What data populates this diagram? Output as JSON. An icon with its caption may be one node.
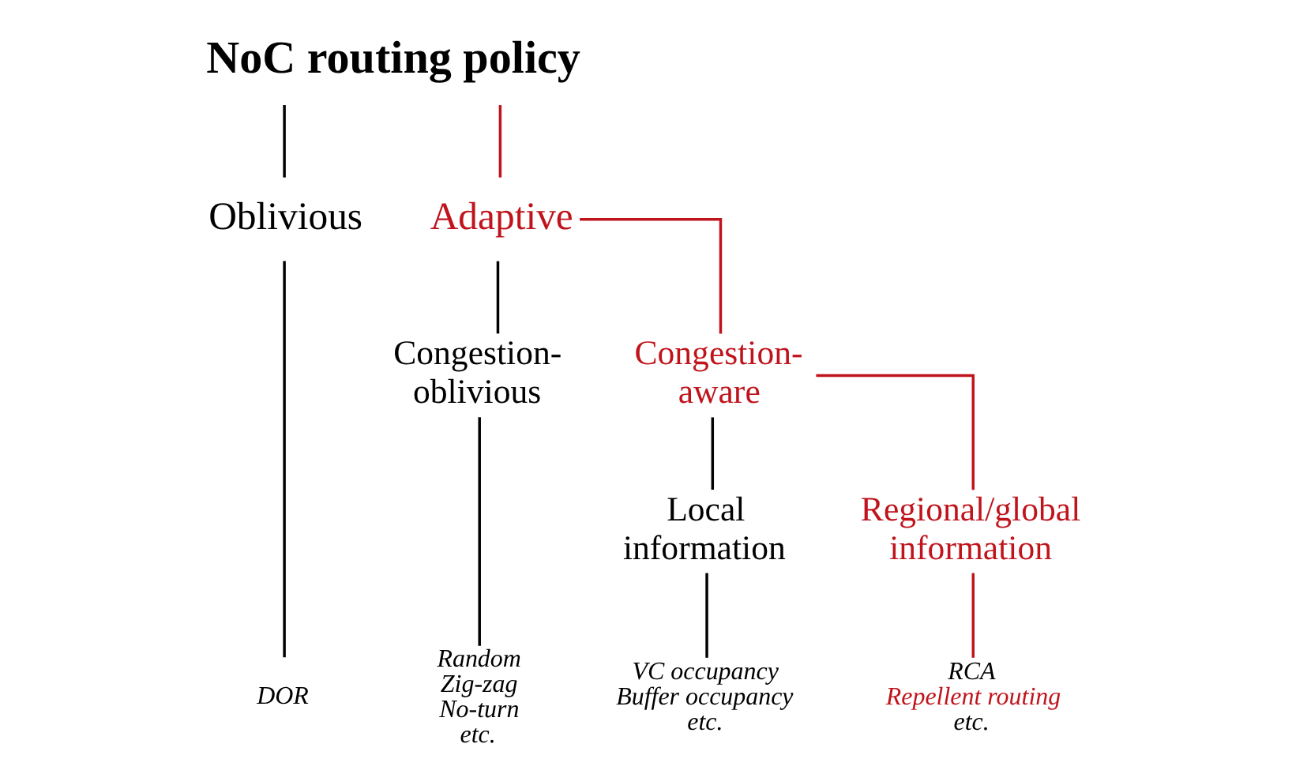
{
  "diagram": {
    "nodes": [
      {
        "text": [
          "NoC routing policy"
        ]
      },
      {
        "text": [
          "Oblivious"
        ]
      },
      {
        "text": [
          "Adaptive"
        ]
      },
      {
        "text": [
          "Congestion-oblivious"
        ]
      },
      {
        "text": [
          "Congestion-aware"
        ]
      },
      {
        "text": [
          "Local information"
        ]
      },
      {
        "text": [
          "Regional/global information"
        ]
      },
      {
        "text": [
          "DOR"
        ]
      },
      {
        "text": [
          "Random",
          "Zig-zag",
          "No-turn",
          "etc."
        ]
      },
      {
        "text": [
          "VC occupancy",
          "Buffer occupancy",
          "etc."
        ]
      },
      {
        "text": [
          "RCA",
          "Repellent routing",
          "etc."
        ]
      }
    ],
    "edges": [
      {
        "from": 0,
        "to": 1,
        "arrow": "none"
      },
      {
        "from": 0,
        "to": 2,
        "arrow": "none",
        "color": "#c0141c"
      },
      {
        "from": 2,
        "to": 3,
        "arrow": "none"
      },
      {
        "from": 2,
        "to": 4,
        "arrow": "none",
        "color": "#c0141c"
      },
      {
        "from": 4,
        "to": 5,
        "arrow": "none"
      },
      {
        "from": 4,
        "to": 6,
        "arrow": "none",
        "color": "#c0141c"
      },
      {
        "from": 1,
        "to": 7,
        "arrow": "none"
      },
      {
        "from": 3,
        "to": 8,
        "arrow": "none"
      },
      {
        "from": 5,
        "to": 9,
        "arrow": "none"
      },
      {
        "from": 6,
        "to": 10,
        "arrow": "none",
        "color": "#c0141c"
      }
    ]
  }
}
